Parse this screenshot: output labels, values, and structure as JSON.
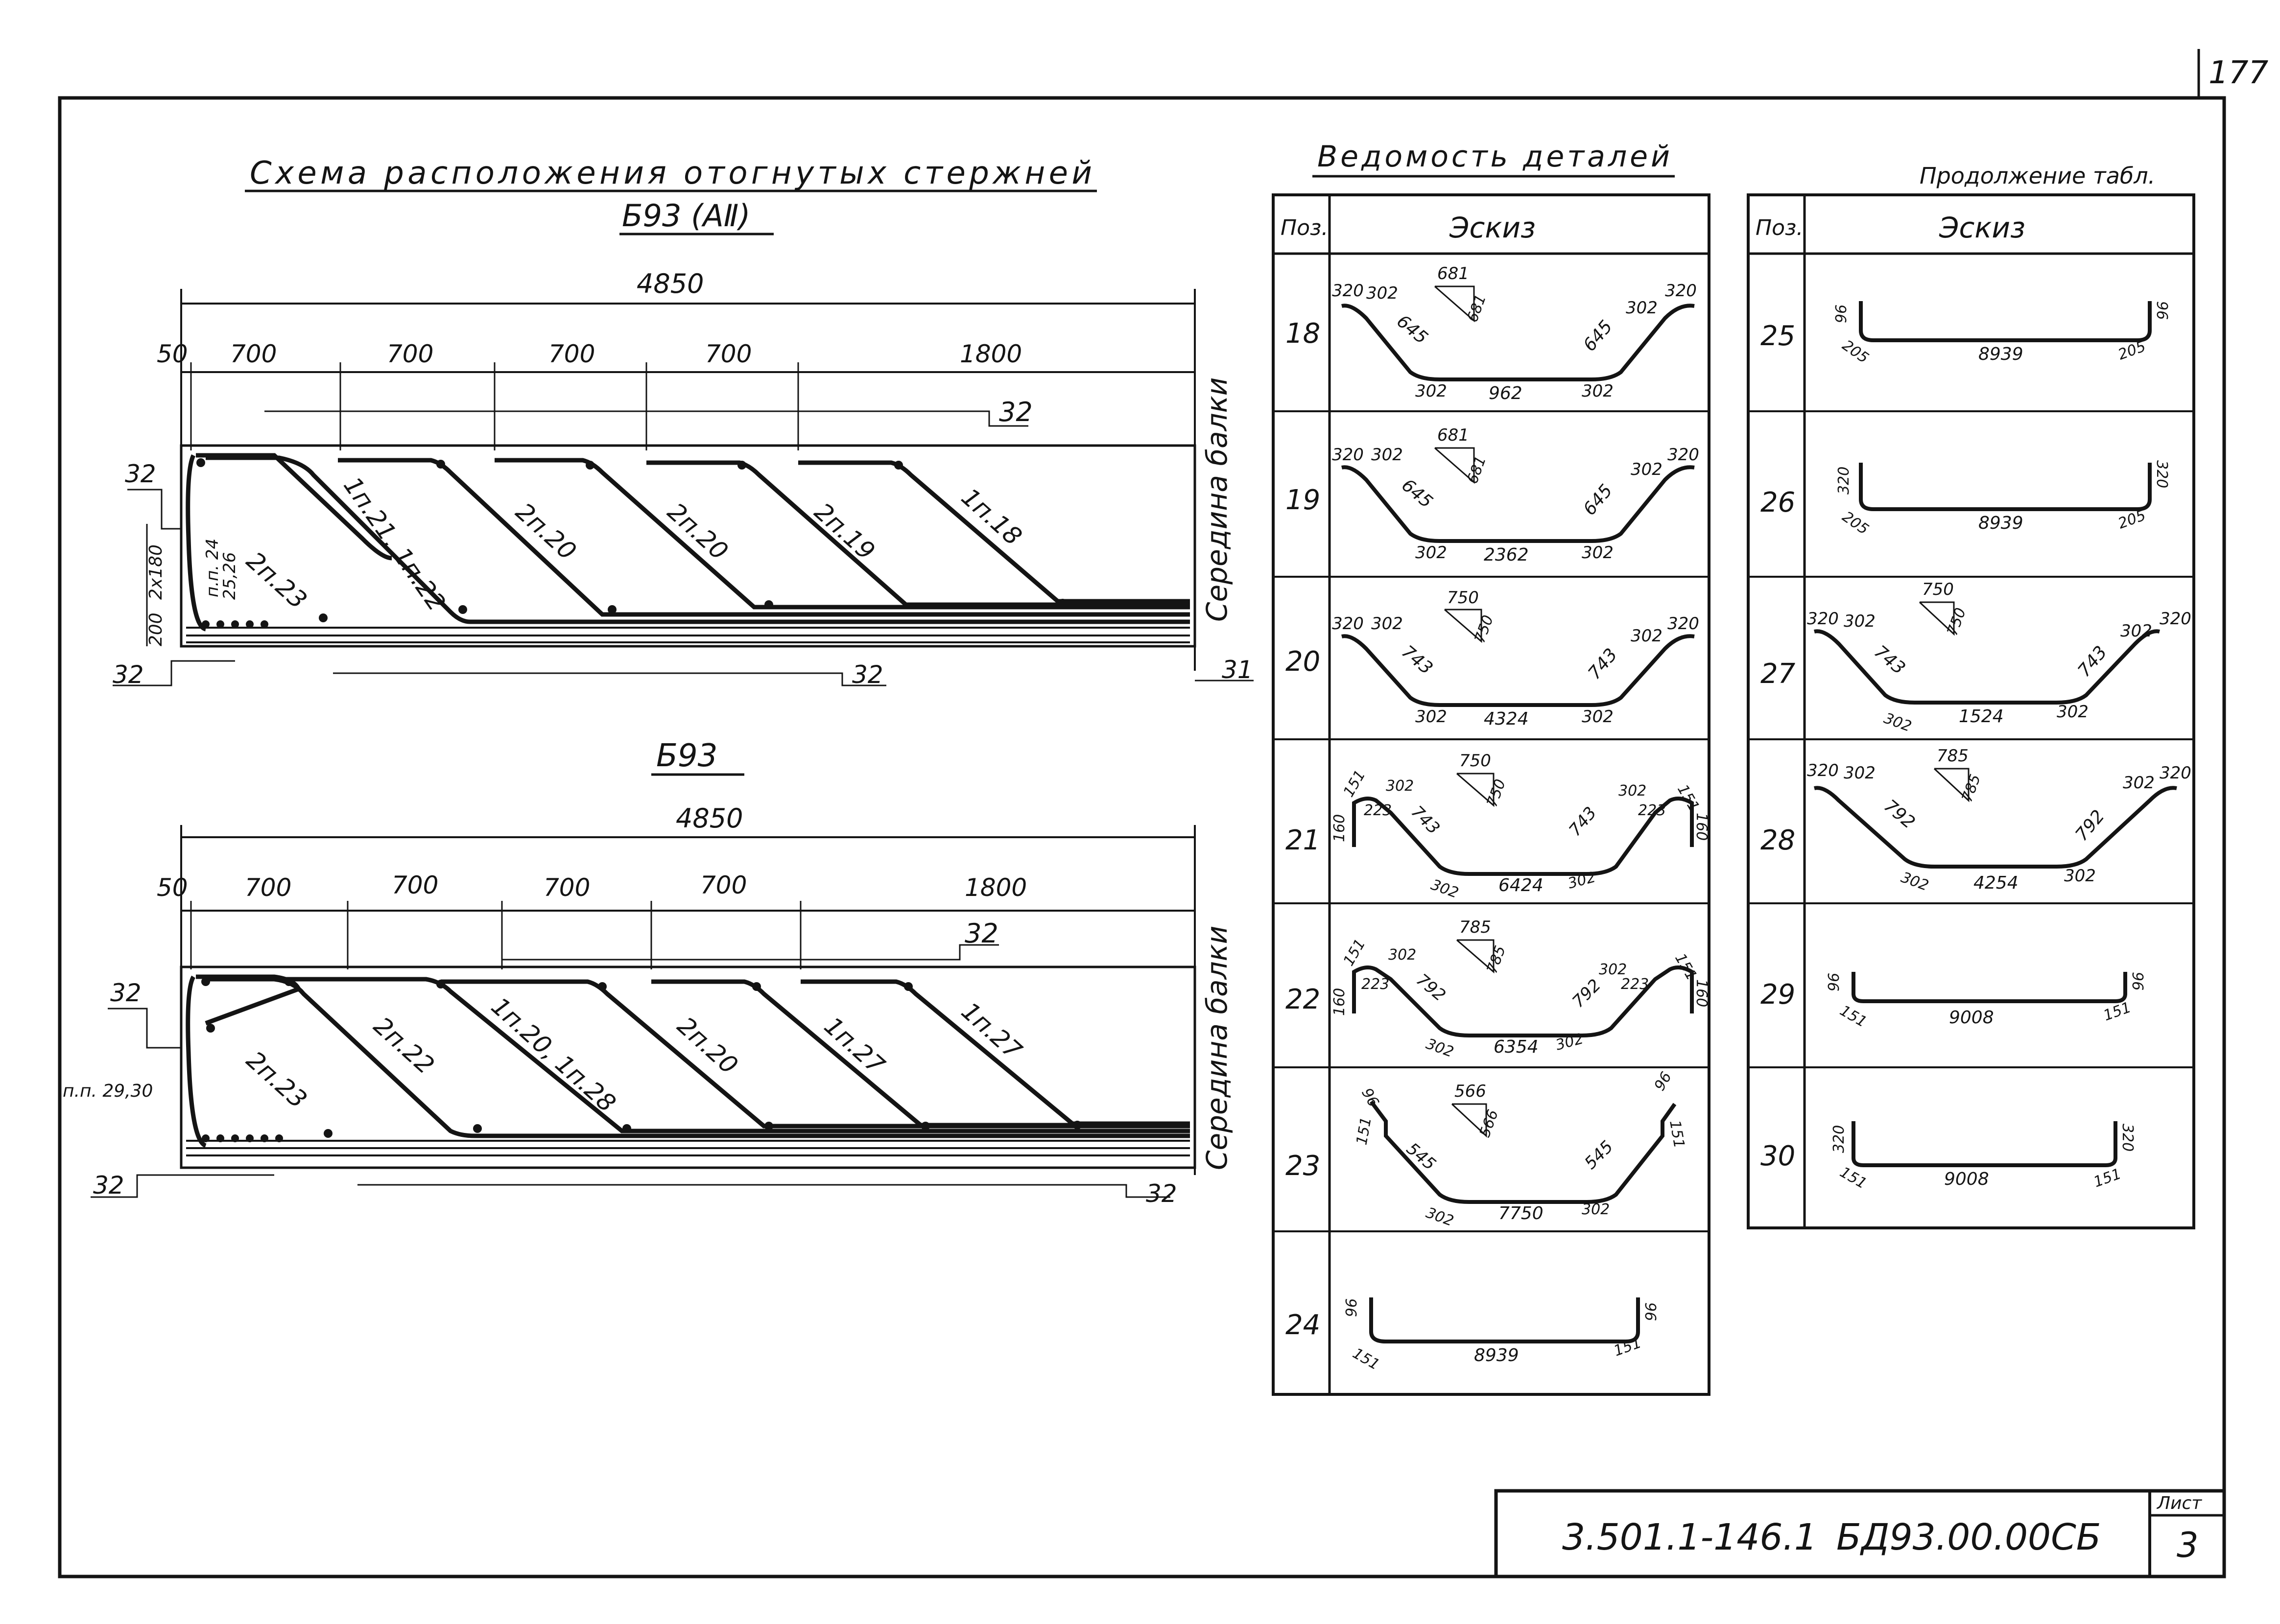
{
  "sheet": {
    "page_no": "177",
    "designation": "3.501.1-146.1",
    "code": "БД93.00.00СБ",
    "sheet_label": "Лист",
    "sheet_no": "3"
  },
  "scheme_top": {
    "title": "Схема расположения отогнутых стержней",
    "subtitle": "Б93 (АⅡ)",
    "total": "4850",
    "dims": [
      "50",
      "700",
      "700",
      "700",
      "700",
      "1800"
    ],
    "bar_labels": [
      "2п.23",
      "1п.21, 1п.22",
      "2п.20",
      "2п.20",
      "2п.19",
      "1п.18"
    ],
    "side_labels": {
      "pp": "п.п. 24",
      "pp2": "25,26",
      "d1": "2х180",
      "d2": "200"
    },
    "callouts": [
      "32",
      "32",
      "32",
      "32",
      "31"
    ],
    "midline": "Середина балки"
  },
  "scheme_bottom": {
    "title": "Б93",
    "total": "4850",
    "dims": [
      "50",
      "700",
      "700",
      "700",
      "700",
      "1800"
    ],
    "bar_labels": [
      "2п.23",
      "2п.22",
      "1п.20, 1п.28",
      "2п.20",
      "1п.27",
      "1п.27"
    ],
    "side_labels": {
      "pp": "п.п. 29,30"
    },
    "callouts": [
      "32",
      "32",
      "32",
      "32"
    ],
    "midline": "Середина балки"
  },
  "details": {
    "title": "Ведомость деталей",
    "col_pos": "Поз.",
    "col_sketch": "Эскиз",
    "rows": [
      {
        "pos": "18",
        "tri": "681",
        "tri2": "681",
        "ends": [
          "320",
          "302",
          "645",
          "645",
          "302",
          "320"
        ],
        "bottom": [
          "302",
          "962",
          "302"
        ]
      },
      {
        "pos": "19",
        "tri": "681",
        "tri2": "681",
        "ends": [
          "320",
          "302",
          "645",
          "645",
          "302",
          "320"
        ],
        "bottom": [
          "302",
          "2362",
          "302"
        ]
      },
      {
        "pos": "20",
        "tri": "750",
        "tri2": "750",
        "ends": [
          "320",
          "302",
          "743",
          "743",
          "302",
          "320"
        ],
        "bottom": [
          "302",
          "4324",
          "302"
        ]
      },
      {
        "pos": "21",
        "tri": "750",
        "tri2": "750",
        "ends": [
          "160",
          "151",
          "223",
          "302",
          "743",
          "743",
          "302",
          "223",
          "151",
          "160"
        ],
        "bottom": [
          "302",
          "6424",
          "302"
        ]
      },
      {
        "pos": "22",
        "tri": "785",
        "tri2": "785",
        "ends": [
          "160",
          "151",
          "223",
          "302",
          "792",
          "792",
          "302",
          "223",
          "151",
          "160"
        ],
        "bottom": [
          "302",
          "6354",
          "302"
        ]
      },
      {
        "pos": "23",
        "tri": "566",
        "tri2": "566",
        "ends": [
          "96",
          "151",
          "545",
          "545",
          "151",
          "96"
        ],
        "bottom": [
          "302",
          "7750",
          "302"
        ]
      },
      {
        "pos": "24",
        "ends": [
          "96",
          "151",
          "151",
          "96"
        ],
        "bottom": [
          "8939"
        ]
      }
    ]
  },
  "continuation": {
    "title": "Продолжение табл.",
    "col_pos": "Поз.",
    "col_sketch": "Эскиз",
    "rows": [
      {
        "pos": "25",
        "ends": [
          "96",
          "205",
          "205",
          "96"
        ],
        "bottom": [
          "8939"
        ]
      },
      {
        "pos": "26",
        "ends": [
          "320",
          "205",
          "205",
          "320"
        ],
        "bottom": [
          "8939"
        ]
      },
      {
        "pos": "27",
        "tri": "750",
        "tri2": "750",
        "ends": [
          "320",
          "302",
          "743",
          "743",
          "302",
          "320"
        ],
        "bottom": [
          "302",
          "1524",
          "302"
        ]
      },
      {
        "pos": "28",
        "tri": "785",
        "tri2": "785",
        "ends": [
          "320",
          "302",
          "792",
          "792",
          "302",
          "320"
        ],
        "bottom": [
          "302",
          "4254",
          "302"
        ]
      },
      {
        "pos": "29",
        "ends": [
          "96",
          "151",
          "151",
          "96"
        ],
        "bottom": [
          "9008"
        ]
      },
      {
        "pos": "30",
        "ends": [
          "320",
          "151",
          "151",
          "320"
        ],
        "bottom": [
          "9008"
        ]
      }
    ]
  }
}
